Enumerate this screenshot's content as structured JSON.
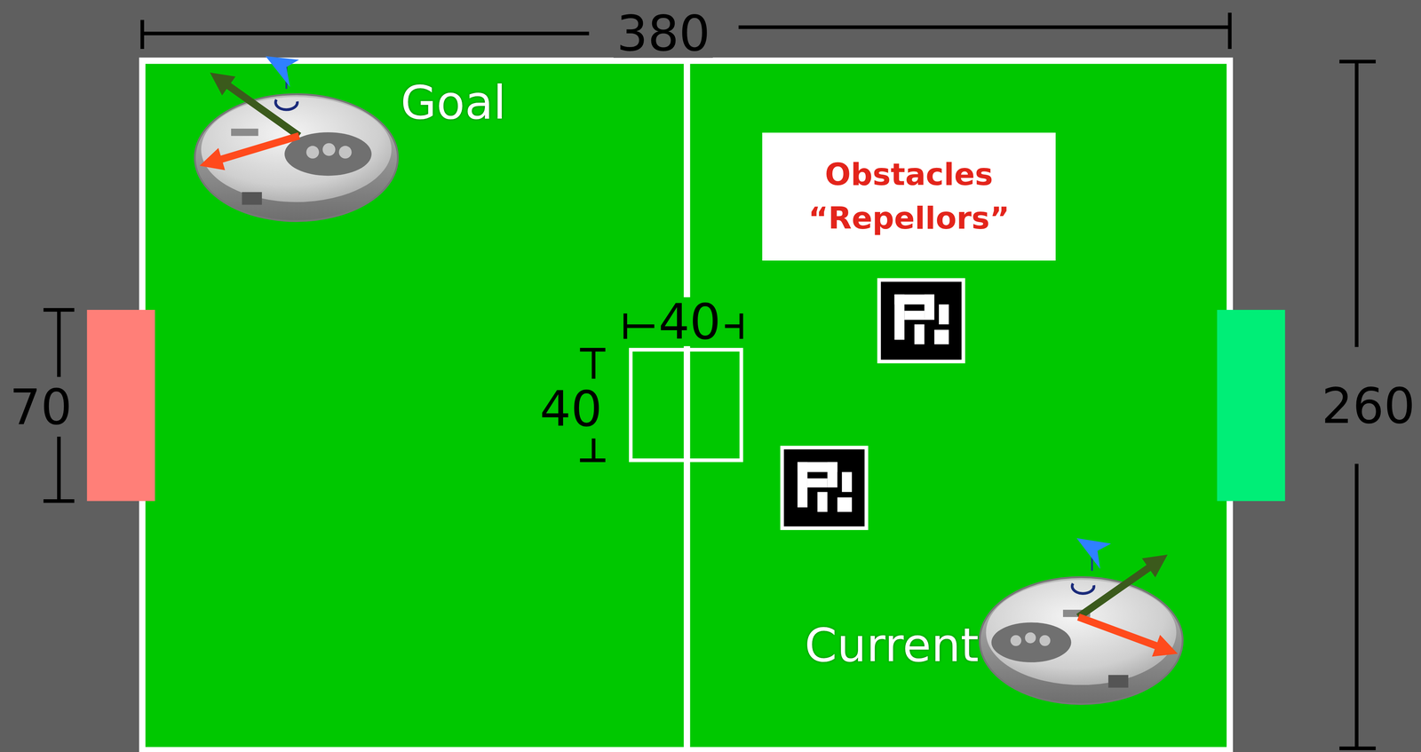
{
  "diagram": {
    "nodes": [
      {
        "text": [
          "Obstacles “Repellors”"
        ]
      }
    ],
    "labels": [
      "380",
      "Goal",
      "260",
      "40",
      "40",
      "70",
      "Current"
    ]
  }
}
